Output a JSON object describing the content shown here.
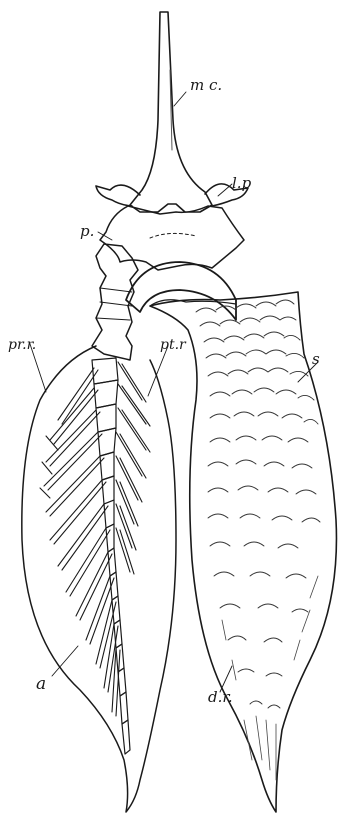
{
  "labels": {
    "mc": "m c.",
    "lp": "l.p",
    "p": "p.",
    "prr": "pr.r.",
    "ptr": "pt.r",
    "s": "s",
    "a": "a",
    "dr": "d.r."
  }
}
